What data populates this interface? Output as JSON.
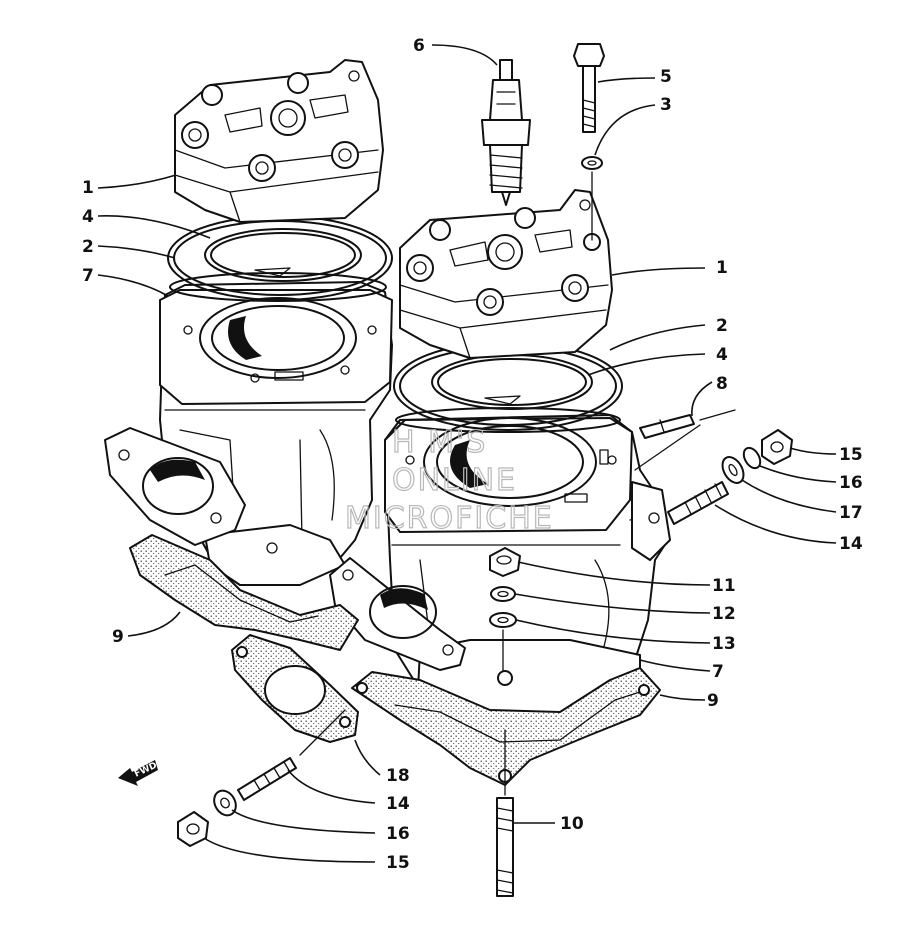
{
  "watermark": {
    "line1": "H  M'S",
    "line2": "ONLINE",
    "line3": "MICROFICHE"
  },
  "direction_marker": "FWD",
  "callouts": [
    {
      "id": "c1a",
      "label": "1"
    },
    {
      "id": "c4a",
      "label": "4"
    },
    {
      "id": "c2a",
      "label": "2"
    },
    {
      "id": "c7a",
      "label": "7"
    },
    {
      "id": "c6",
      "label": "6"
    },
    {
      "id": "c5",
      "label": "5"
    },
    {
      "id": "c3",
      "label": "3"
    },
    {
      "id": "c1b",
      "label": "1"
    },
    {
      "id": "c2b",
      "label": "2"
    },
    {
      "id": "c4b",
      "label": "4"
    },
    {
      "id": "c8",
      "label": "8"
    },
    {
      "id": "c15a",
      "label": "15"
    },
    {
      "id": "c16a",
      "label": "16"
    },
    {
      "id": "c17",
      "label": "17"
    },
    {
      "id": "c14a",
      "label": "14"
    },
    {
      "id": "c11",
      "label": "11"
    },
    {
      "id": "c12",
      "label": "12"
    },
    {
      "id": "c13",
      "label": "13"
    },
    {
      "id": "c7b",
      "label": "7"
    },
    {
      "id": "c9a",
      "label": "9"
    },
    {
      "id": "c9b",
      "label": "9"
    },
    {
      "id": "c18",
      "label": "18"
    },
    {
      "id": "c14b",
      "label": "14"
    },
    {
      "id": "c16b",
      "label": "16"
    },
    {
      "id": "c15b",
      "label": "15"
    },
    {
      "id": "c10",
      "label": "10"
    }
  ]
}
